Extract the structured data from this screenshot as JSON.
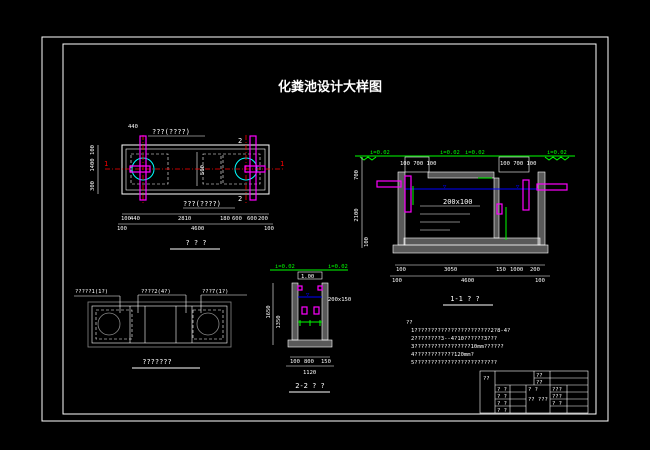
{
  "title": "化粪池设计大样图",
  "plan": {
    "label_top": "???(????)",
    "label_bottom": "???(????)",
    "dims": [
      "100",
      "440",
      "2810",
      "180",
      "600",
      "600",
      "200"
    ],
    "total": "4600",
    "ends": [
      "100",
      "100"
    ],
    "side_dims": [
      "100",
      "1400",
      "300",
      "500"
    ],
    "top_dim": "440",
    "section_marks": [
      "1",
      "1",
      "2",
      "2"
    ],
    "caption": "? ? ?"
  },
  "section11": {
    "levels": [
      "i=0.02",
      "i=0.02",
      "i=0.02",
      "i=0.02"
    ],
    "opening_dims": [
      "100 700 100",
      "100 700 100"
    ],
    "pipe_label": "200x100",
    "depth_dims": [
      "700",
      "2100",
      "100"
    ],
    "dims": [
      "100",
      "3050",
      "150",
      "1000",
      "200"
    ],
    "total": "4600",
    "ends": [
      "100",
      "100"
    ],
    "caption": "1-1 ? ?"
  },
  "section22": {
    "levels": [
      "i=0.02",
      "i=0.02"
    ],
    "top_dim": "1.00",
    "pipe_label": "200x150",
    "depth_dims": [
      "1650",
      "1350"
    ],
    "dims": [
      "100",
      "800",
      "150"
    ],
    "total": "1120",
    "caption": "2-2 ? ?"
  },
  "layout_plan": {
    "labels": [
      "?????1(1?)",
      "????2(4?)",
      "???7(1?)"
    ],
    "caption": "???????"
  },
  "notes": {
    "heading": "??",
    "lines": [
      "1???????????????????????2?8-4?",
      "2????????3--4?10??????3???",
      "3?????????????????10mm??????",
      "4????????????120mm?",
      "5?????????????????????????"
    ]
  },
  "title_block": {
    "cells": [
      "??",
      "??",
      "??",
      "? ?",
      "? ?",
      "???",
      "? ?",
      "?? ???",
      "???",
      "? ?",
      "? ?",
      "? ?"
    ]
  }
}
